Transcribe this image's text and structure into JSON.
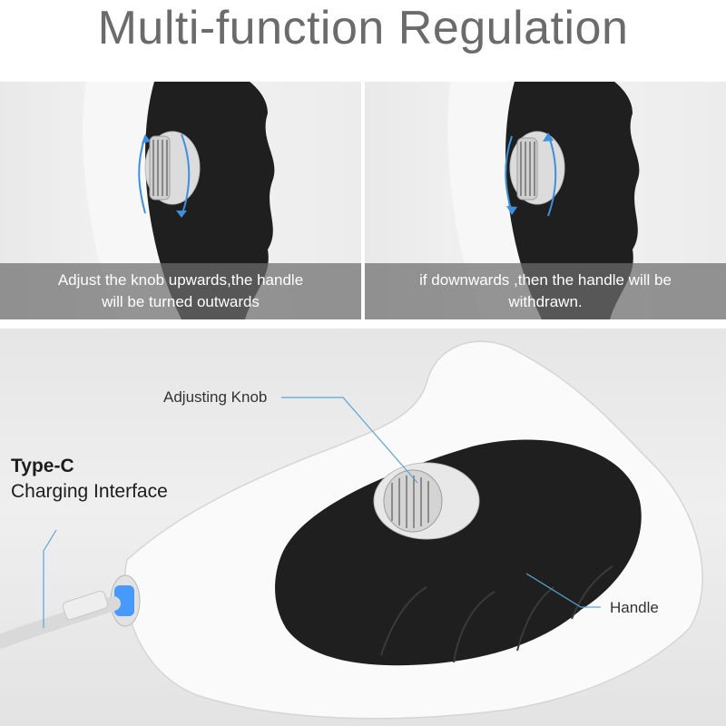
{
  "title": "Multi-function Regulation",
  "panels": [
    {
      "caption_line1": "Adjust the knob upwards,the handle",
      "caption_line2": "will be turned outwards"
    },
    {
      "caption_line1": "if downwards ,then the handle will be",
      "caption_line2": "withdrawn."
    }
  ],
  "callouts": {
    "adjusting_knob": "Adjusting Knob",
    "handle": "Handle",
    "typec_title": "Type-C",
    "typec_sub": "Charging Interface"
  },
  "colors": {
    "title_gray": "#6b6b6b",
    "caption_overlay": "#6e6e6e",
    "callout_line": "#5aa6d8",
    "grip_black": "#1f1f1f",
    "body_white": "#fafafa",
    "led_blue": "#2b8cff"
  }
}
